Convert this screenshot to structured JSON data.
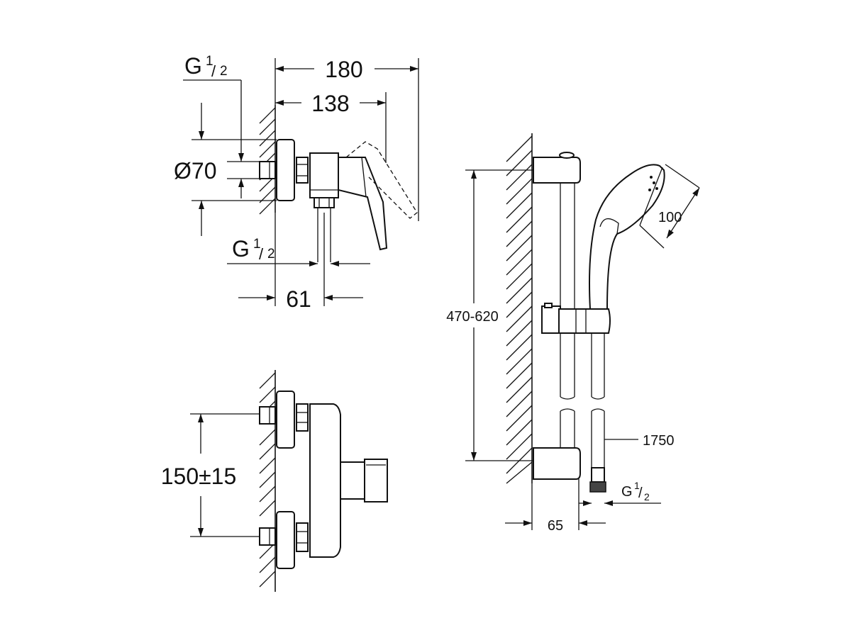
{
  "mixer_top_view": {
    "overall_depth": "180",
    "lever_depth": "138",
    "escutcheon_diameter": "Ø70",
    "supply_thread": {
      "main": "G",
      "num": "1",
      "den": "2"
    },
    "outlet_thread": {
      "main": "G",
      "num": "1",
      "den": "2"
    },
    "outlet_offset": "61"
  },
  "mixer_front_view": {
    "inlet_spacing": "150±15"
  },
  "shower_rail": {
    "rail_adjustment": "470-620",
    "hand_shower_diameter": "100",
    "hose_length": "1750",
    "hose_thread": {
      "main": "G",
      "num": "1",
      "den": "2"
    },
    "wall_projection": "65"
  },
  "colors": {
    "line": "#111111",
    "background": "#ffffff"
  }
}
